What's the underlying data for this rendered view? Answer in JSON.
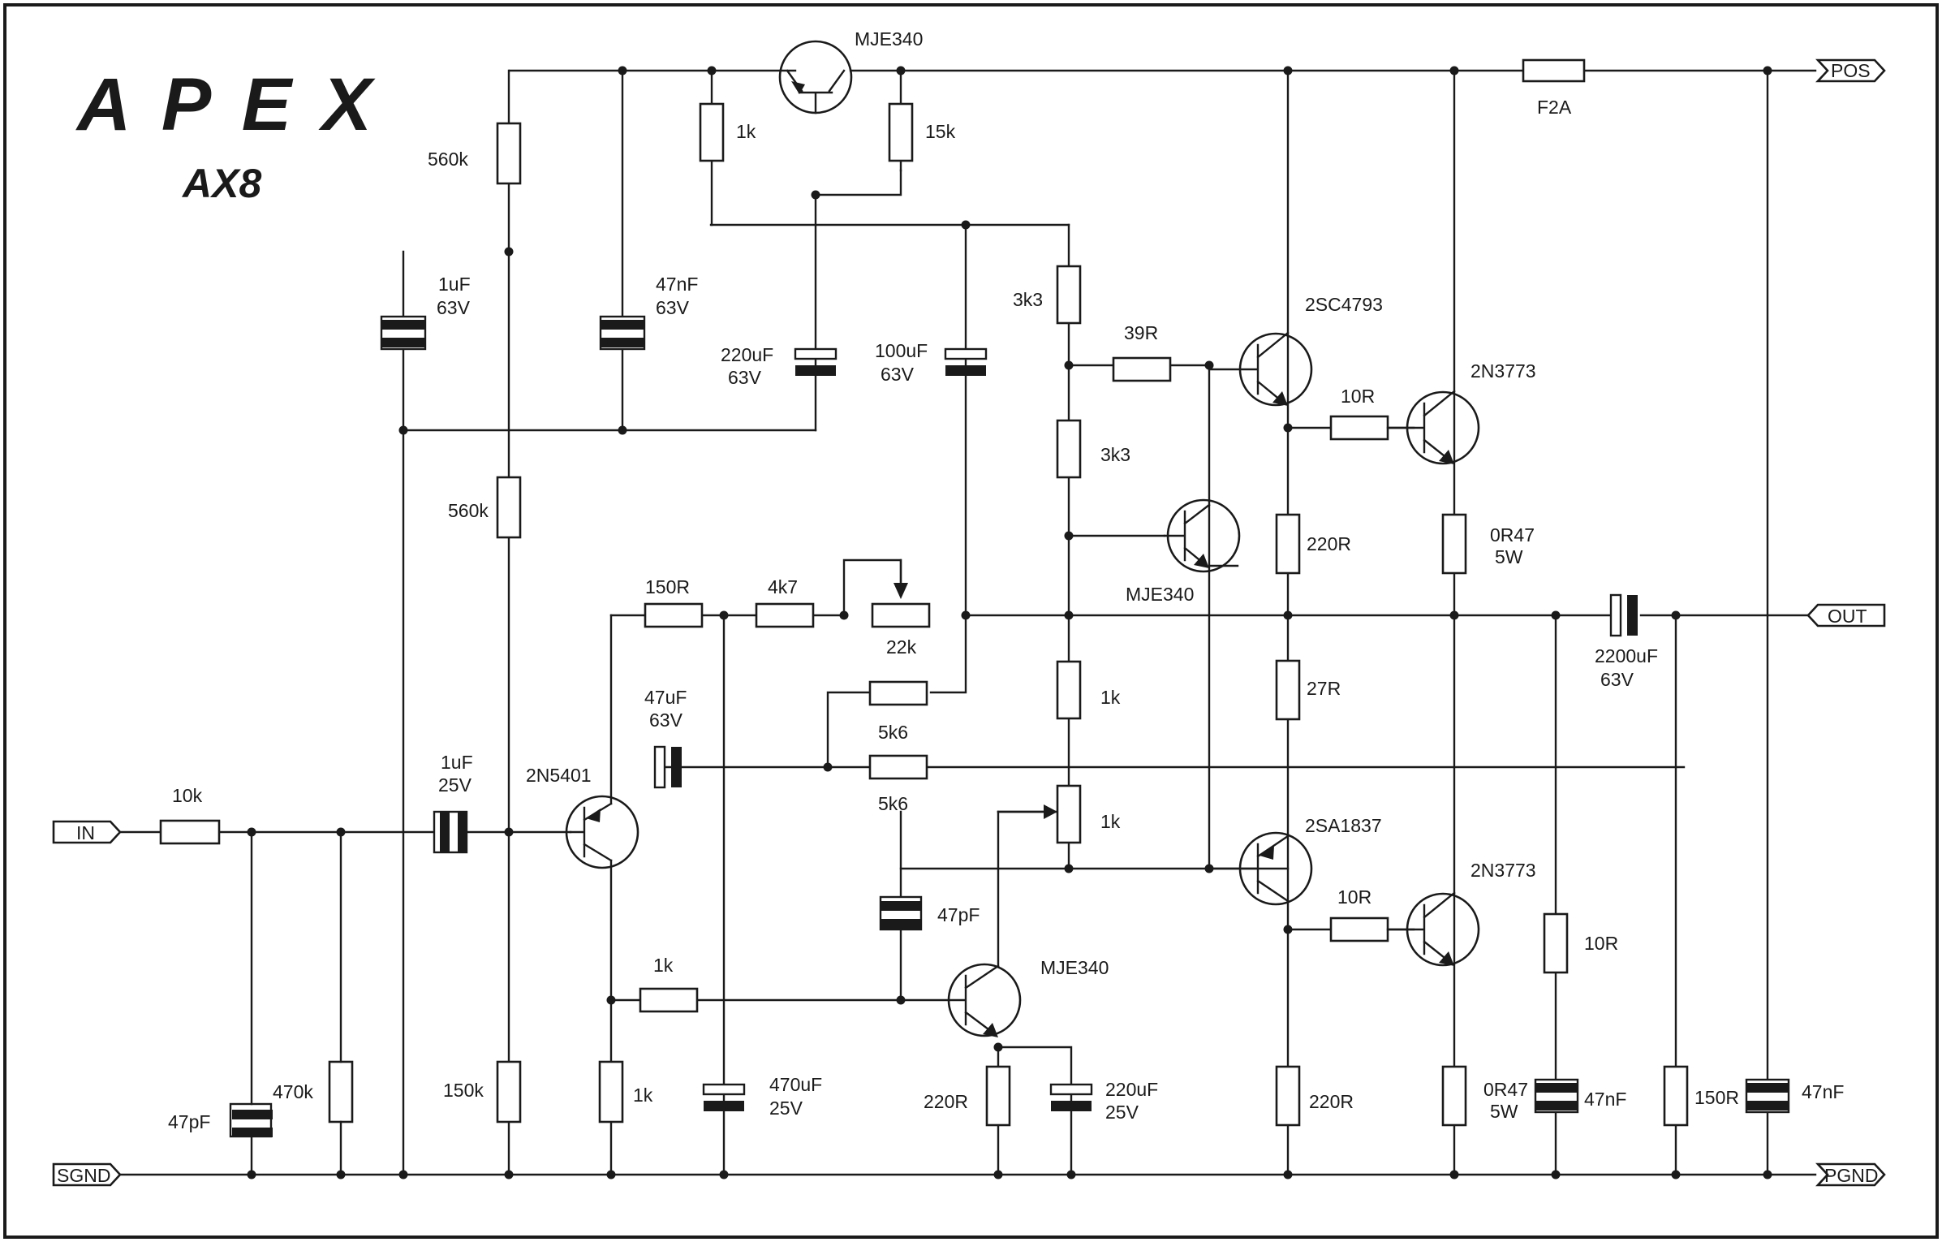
{
  "brand": "APEX",
  "model": "AX8",
  "ports": {
    "pos": "POS",
    "out": "OUT",
    "in": "IN",
    "sgnd": "SGND",
    "pgnd": "PGND"
  },
  "transistors": {
    "q_reg": "MJE340",
    "q_drv_top": "2SC4793",
    "q_out_top": "2N3773",
    "q_vbe": "MJE340",
    "q_input": "2N5401",
    "q_drv_bot": "2SA1837",
    "q_out_bot": "2N3773",
    "q_vas": "MJE340"
  },
  "resistors": {
    "r_in": "10k",
    "r_470k": "470k",
    "r_560k_top": "560k",
    "r_560k_mid": "560k",
    "r_150k": "150k",
    "r_1k_top": "1k",
    "r_15k": "15k",
    "r_3k3_a": "3k3",
    "r_3k3_b": "3k3",
    "r_39r": "39R",
    "r_150r": "150R",
    "r_4k7": "4k7",
    "r_22k": "22k",
    "r_5k6_a": "5k6",
    "r_5k6_b": "5k6",
    "r_1k_mid": "1k",
    "r_1k_trim": "1k",
    "r_1k_vas": "1k",
    "r_1k_emit": "1k",
    "r_220r_vas": "220R",
    "r_220r_drv": "220R",
    "r_27r": "27R",
    "r_220r_bot": "220R",
    "r_10r_top": "10R",
    "r_10r_bot": "10R",
    "r_0r47_top": "0R47",
    "r_0r47_top_w": "5W",
    "r_0r47_bot": "0R47",
    "r_0r47_bot_w": "5W",
    "r_zobel": "10R",
    "r_150r_out": "150R"
  },
  "capacitors": {
    "c_47pf_in": "47pF",
    "c_1uf_in_a": "1uF",
    "c_1uf_in_b": "25V",
    "c_1uf_63_a": "1uF",
    "c_1uf_63_b": "63V",
    "c_47nf_a": "47nF",
    "c_47nf_b": "63V",
    "c_220uf_a": "220uF",
    "c_220uf_b": "63V",
    "c_100uf_a": "100uF",
    "c_100uf_b": "63V",
    "c_47uf_a": "47uF",
    "c_47uf_b": "63V",
    "c_470uf_a": "470uF",
    "c_470uf_b": "25V",
    "c_47pf_vas": "47pF",
    "c_220uf25_a": "220uF",
    "c_220uf25_b": "25V",
    "c_out_a": "2200uF",
    "c_out_b": "63V",
    "c_zobel": "47nF",
    "c_47nf_out": "47nF"
  },
  "fuse": "F2A"
}
